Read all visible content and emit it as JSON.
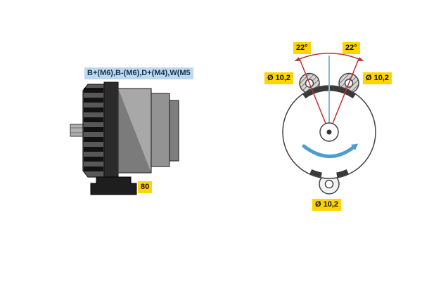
{
  "diagram": {
    "side_view": {
      "terminals_label": "B+(M6),B-(M6),D+(M4),W(M5",
      "length_dimension": "80"
    },
    "front_view": {
      "angle_left": "22°",
      "angle_right": "22°",
      "hole_diameter_left": "Ø 10,2",
      "hole_diameter_right": "Ø 10,2",
      "hole_diameter_bottom": "Ø 10,2"
    },
    "colors": {
      "dimension_label_bg": "#ffd400",
      "terminals_label_bg": "#bcd9ee",
      "angle_line": "#c03030",
      "rotation_arrow": "#4f9dcf",
      "centerline_blue": "#8ab4d6",
      "body_dark": "#2b2b2b"
    }
  }
}
